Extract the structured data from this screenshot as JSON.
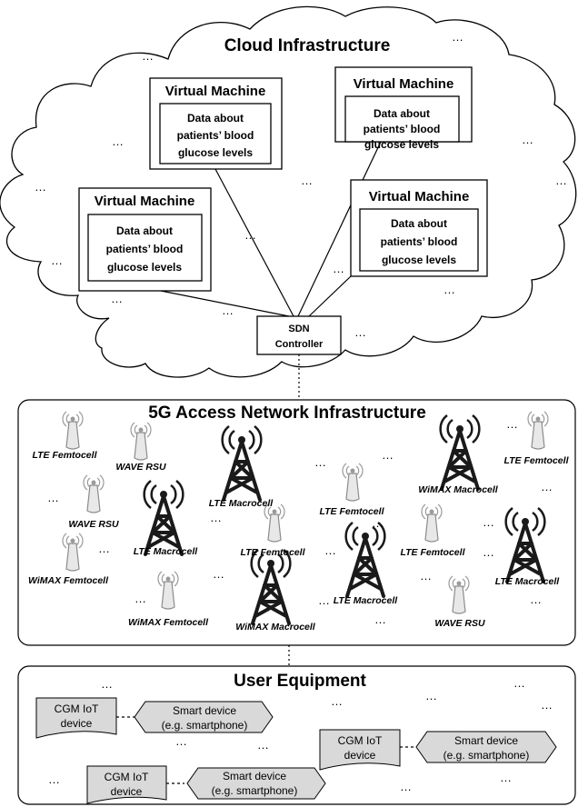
{
  "cloud": {
    "title": "Cloud Infrastructure",
    "vm_title": "Virtual Machine",
    "vm_data_lines": [
      "Data about",
      "patients’ blood",
      "glucose levels"
    ],
    "sdn_lines": [
      "SDN",
      "Controller"
    ]
  },
  "access": {
    "title": "5G Access Network Infrastructure",
    "labels": {
      "lte_femtocell": "LTE Femtocell",
      "wave_rsu": "WAVE RSU",
      "lte_macrocell": "LTE Macrocell",
      "wimax_macrocell": "WiMAX Macrocell",
      "wimax_femtocell": "WiMAX Femtocell"
    }
  },
  "ue": {
    "title": "User Equipment",
    "cgm_lines": [
      "CGM IoT",
      "device"
    ],
    "smart_lines": [
      "Smart device",
      "(e.g. smartphone)"
    ]
  },
  "ellipsis": "…",
  "colors": {
    "stroke": "#000000",
    "device_fill": "#d9d9d9",
    "tower": "#1a1a1a",
    "femto_fill": "#e8e8e8",
    "femto_stroke": "#8c8c8c"
  },
  "icons": {
    "macro": "cell-tower-icon",
    "femto": "femtocell-antenna-icon",
    "cgm": "cgm-device-shape",
    "smart": "smart-device-shape"
  }
}
